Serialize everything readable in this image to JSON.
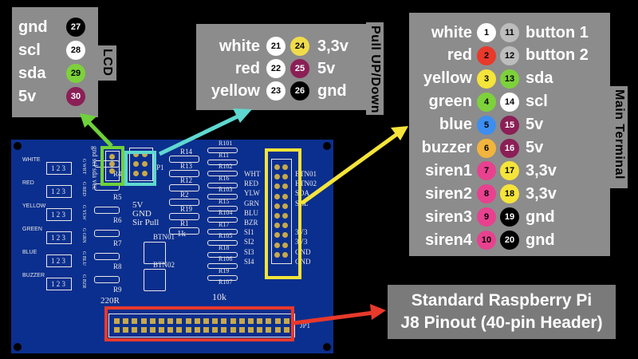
{
  "lcd": {
    "title": "LCD",
    "rows": [
      {
        "label": "gnd",
        "pin": "27",
        "color": "#000000",
        "text_color": "#ffffff"
      },
      {
        "label": "scl",
        "pin": "28",
        "color": "#ffffff",
        "text_color": "#000000"
      },
      {
        "label": "sda",
        "pin": "29",
        "color": "#7dd13b",
        "text_color": "#000000"
      },
      {
        "label": "5v",
        "pin": "30",
        "color": "#8b1f56",
        "text_color": "#ffffff"
      }
    ]
  },
  "pull": {
    "title": "Pull UP/Down",
    "rows": [
      {
        "left_label": "white",
        "left_pin": "21",
        "left_color": "#ffffff",
        "left_text": "#000000",
        "right_pin": "24",
        "right_color": "#f0dc4a",
        "right_text": "#000000",
        "right_label": "3,3v"
      },
      {
        "left_label": "red",
        "left_pin": "22",
        "left_color": "#ffffff",
        "left_text": "#000000",
        "right_pin": "25",
        "right_color": "#8b1f56",
        "right_text": "#ffffff",
        "right_label": "5v"
      },
      {
        "left_label": "yellow",
        "left_pin": "23",
        "left_color": "#ffffff",
        "left_text": "#000000",
        "right_pin": "26",
        "right_color": "#000000",
        "right_text": "#ffffff",
        "right_label": "gnd"
      }
    ]
  },
  "main": {
    "title": "Main Terminal",
    "rows": [
      {
        "left_label": "white",
        "left_pin": "1",
        "left_color": "#ffffff",
        "left_text": "#000000",
        "right_pin": "11",
        "right_color": "#bdbdbd",
        "right_text": "#000000",
        "right_label": "button 1"
      },
      {
        "left_label": "red",
        "left_pin": "2",
        "left_color": "#e8392b",
        "left_text": "#000000",
        "right_pin": "12",
        "right_color": "#bdbdbd",
        "right_text": "#000000",
        "right_label": "button 2"
      },
      {
        "left_label": "yellow",
        "left_pin": "3",
        "left_color": "#f5e43a",
        "left_text": "#000000",
        "right_pin": "13",
        "right_color": "#7dd13b",
        "right_text": "#000000",
        "right_label": "sda"
      },
      {
        "left_label": "green",
        "left_pin": "4",
        "left_color": "#7dd13b",
        "left_text": "#000000",
        "right_pin": "14",
        "right_color": "#ffffff",
        "right_text": "#000000",
        "right_label": "scl"
      },
      {
        "left_label": "blue",
        "left_pin": "5",
        "left_color": "#3d8ef0",
        "left_text": "#000000",
        "right_pin": "15",
        "right_color": "#8b1f56",
        "right_text": "#ffffff",
        "right_label": "5v"
      },
      {
        "left_label": "buzzer",
        "left_pin": "6",
        "left_color": "#f2b43d",
        "left_text": "#000000",
        "right_pin": "16",
        "right_color": "#8b1f56",
        "right_text": "#ffffff",
        "right_label": "5v"
      },
      {
        "left_label": "siren1",
        "left_pin": "7",
        "left_color": "#e8418f",
        "left_text": "#000000",
        "right_pin": "17",
        "right_color": "#f5e43a",
        "right_text": "#000000",
        "right_label": "3,3v"
      },
      {
        "left_label": "siren2",
        "left_pin": "8",
        "left_color": "#e8418f",
        "left_text": "#000000",
        "right_pin": "18",
        "right_color": "#f5e43a",
        "right_text": "#000000",
        "right_label": "3,3v"
      },
      {
        "left_label": "siren3",
        "left_pin": "9",
        "left_color": "#e8418f",
        "left_text": "#000000",
        "right_pin": "19",
        "right_color": "#000000",
        "right_text": "#ffffff",
        "right_label": "gnd"
      },
      {
        "left_label": "siren4",
        "left_pin": "10",
        "left_color": "#e8418f",
        "left_text": "#000000",
        "right_pin": "20",
        "right_color": "#000000",
        "right_text": "#ffffff",
        "right_label": "gnd"
      }
    ]
  },
  "rpi": {
    "line1": "Standard Raspberry Pi",
    "line2": "J8 Pinout (40-pin Header)"
  },
  "board": {
    "left_terms": [
      "WHITE",
      "RED",
      "YELLOW",
      "GREEN",
      "BLUE",
      "BUZZER"
    ],
    "term_numbers": "1 2 3",
    "left_pin_labels": [
      "G WHT",
      "G RED",
      "G YLW",
      "G GRN",
      "G BLU",
      "G BZR"
    ],
    "lcd_header": "gnd scl sda vcc",
    "resistors_left": [
      "R4",
      "R5",
      "R6",
      "R7",
      "R8",
      "R9"
    ],
    "resistor_value_220": "220R",
    "pull_labels": [
      "5V",
      "GND",
      "Sir Pull"
    ],
    "r14": "R14",
    "r13": "R13",
    "r12": "R12",
    "r2": "R2",
    "r19": "R19",
    "r1": "R1",
    "k1": "1k",
    "btn01": "BTN01",
    "btn02": "BTN02",
    "r10_labels": [
      "R101",
      "R11",
      "R102",
      "R16",
      "R103",
      "R15",
      "R104",
      "R17",
      "R105",
      "R18",
      "R106",
      "R19",
      "R107"
    ],
    "k10": "10k",
    "signals_left": [
      "WHT",
      "RED",
      "YLW",
      "GRN",
      "BLU",
      "BZR",
      "SI1",
      "SI2",
      "SI3",
      "SI4"
    ],
    "signals_right": [
      "BTN01",
      "BTN02",
      "SDA",
      "SCL",
      "",
      "",
      "3V3",
      "3V3",
      "GND",
      "GND"
    ],
    "p1": "P1",
    "jp1": "JP1"
  },
  "colors": {
    "lcd_outline": "#6fd13b",
    "pull_outline": "#5fd8d0",
    "main_outline": "#f5e43a",
    "rpi_outline": "#e8392b"
  }
}
